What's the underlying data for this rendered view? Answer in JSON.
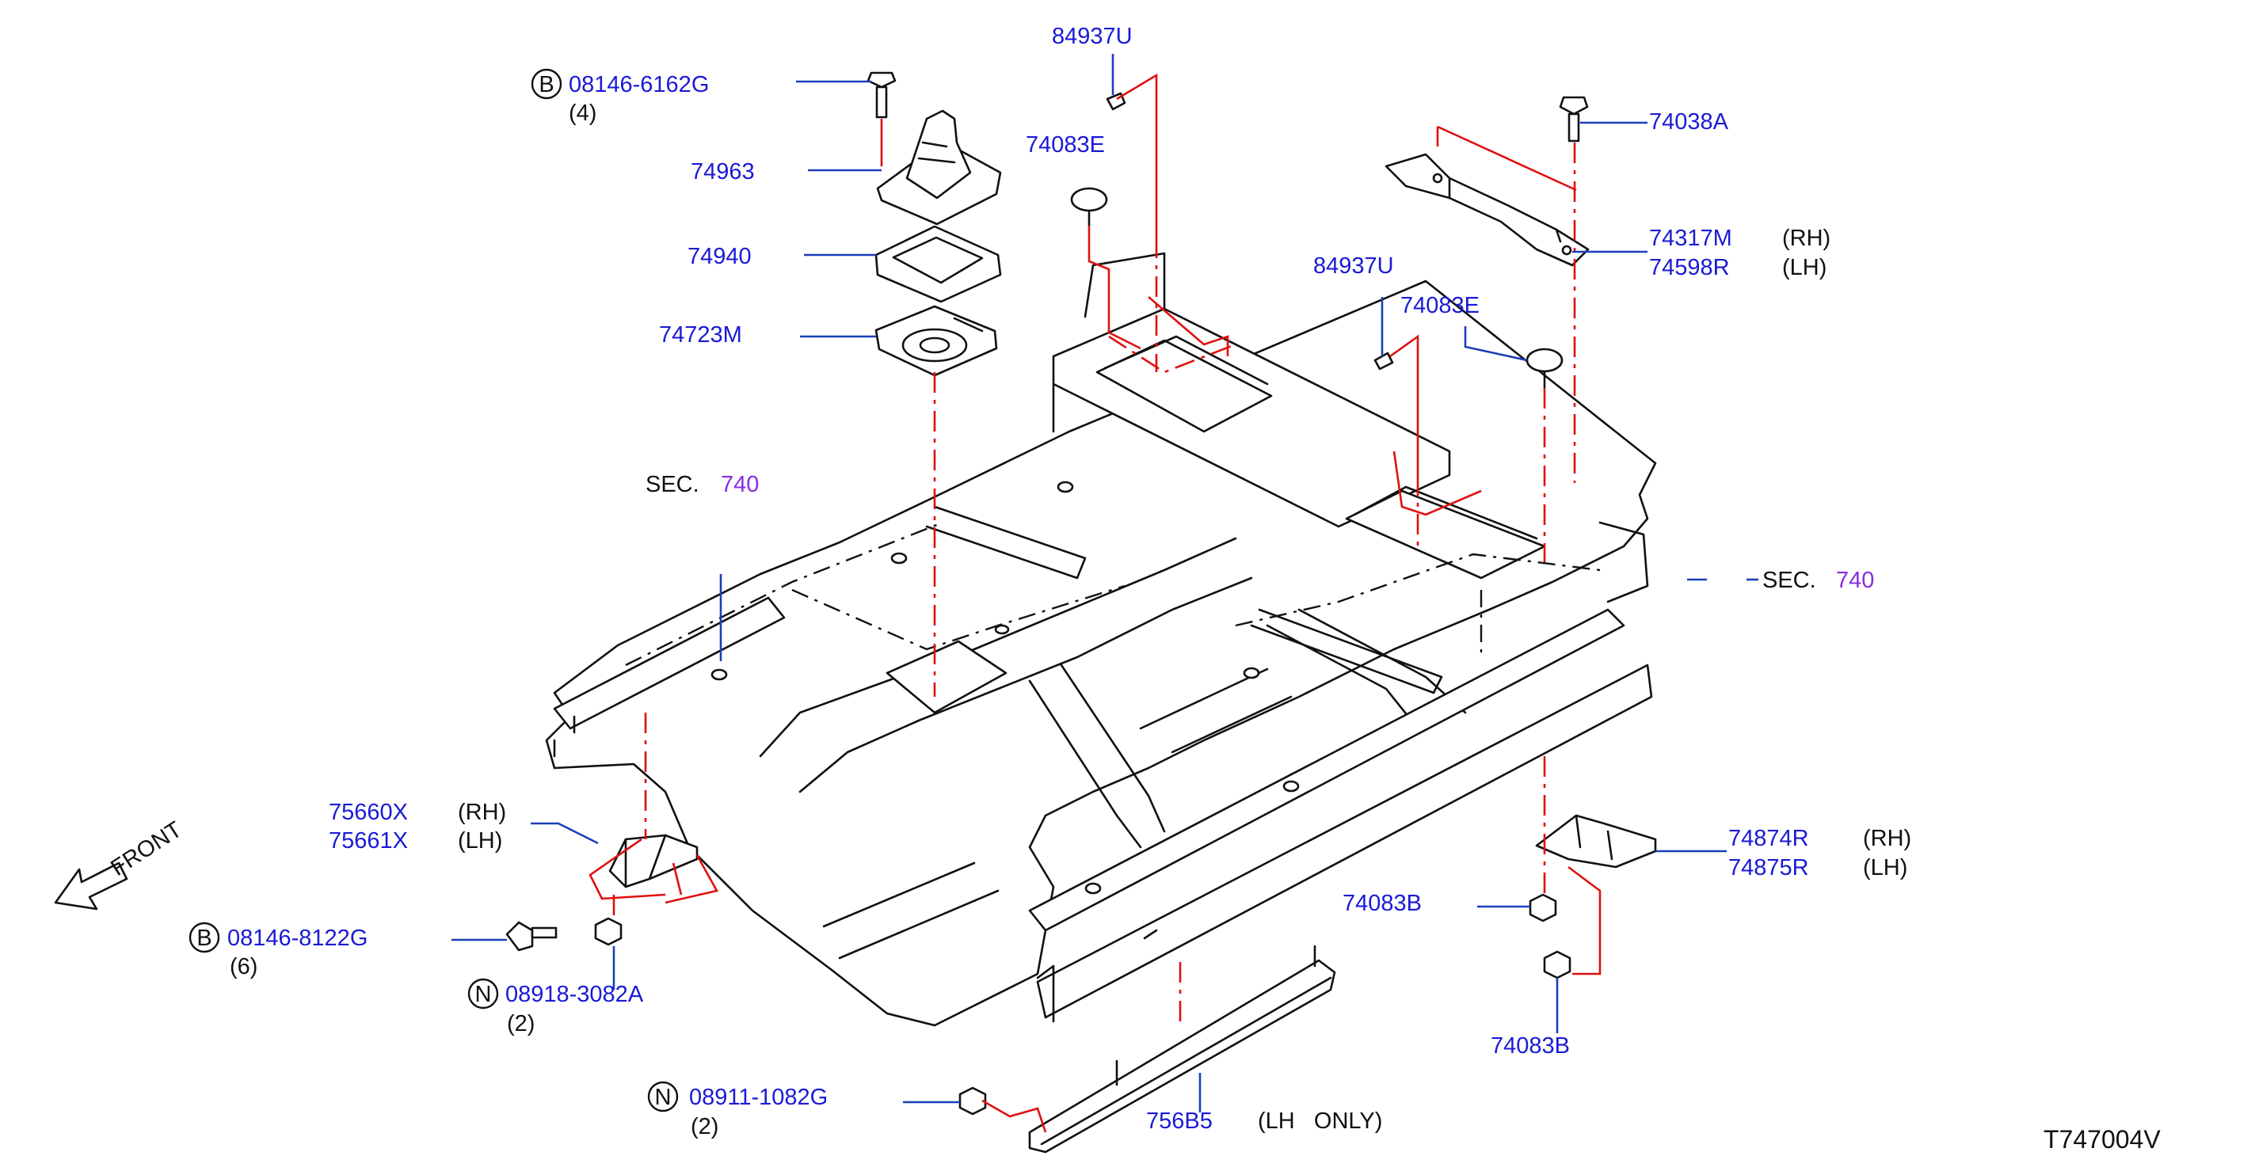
{
  "colors": {
    "part_number": "#1a1ad6",
    "section_ref": "#8a2be2",
    "leader_line": "#1a3fb8",
    "assembly_line": "#e01010",
    "drawing": "#111111"
  },
  "parts": {
    "p_84937u_top": {
      "number": "84937U"
    },
    "p_08146_6162g": {
      "marker": "B",
      "number": "08146-6162G",
      "qty": "(4)"
    },
    "p_74038a": {
      "number": "74038A"
    },
    "p_74083e_top": {
      "number": "74083E"
    },
    "p_74963": {
      "number": "74963"
    },
    "p_74317m": {
      "number": "74317M",
      "side": "(RH)"
    },
    "p_74598r": {
      "number": "74598R",
      "side": "(LH)"
    },
    "p_74940": {
      "number": "74940"
    },
    "p_84937u_mid": {
      "number": "84937U"
    },
    "p_74083e_mid": {
      "number": "74083E"
    },
    "p_74723m": {
      "number": "74723M"
    },
    "p_75660x": {
      "number": "75660X",
      "side": "(RH)"
    },
    "p_75661x": {
      "number": "75661X",
      "side": "(LH)"
    },
    "p_74874r": {
      "number": "74874R",
      "side": "(RH)"
    },
    "p_74875r": {
      "number": "74875R",
      "side": "(LH)"
    },
    "p_08146_8122g": {
      "marker": "B",
      "number": "08146-8122G",
      "qty": "(6)"
    },
    "p_74083b_mid": {
      "number": "74083B"
    },
    "p_08918_3082a": {
      "marker": "N",
      "number": "08918-3082A",
      "qty": "(2)"
    },
    "p_74083b_bot": {
      "number": "74083B"
    },
    "p_08911_1082g": {
      "marker": "N",
      "number": "08911-1082G",
      "qty": "(2)"
    },
    "p_756b5": {
      "number": "756B5",
      "note": "(LH   ONLY)"
    }
  },
  "section_refs": {
    "left": {
      "prefix": "SEC.",
      "number": "740"
    },
    "right": {
      "prefix": "SEC.",
      "number": "740"
    }
  },
  "direction": {
    "label": "FRONT",
    "icon": "front-arrow-icon"
  },
  "illustration_code": "T747004V"
}
